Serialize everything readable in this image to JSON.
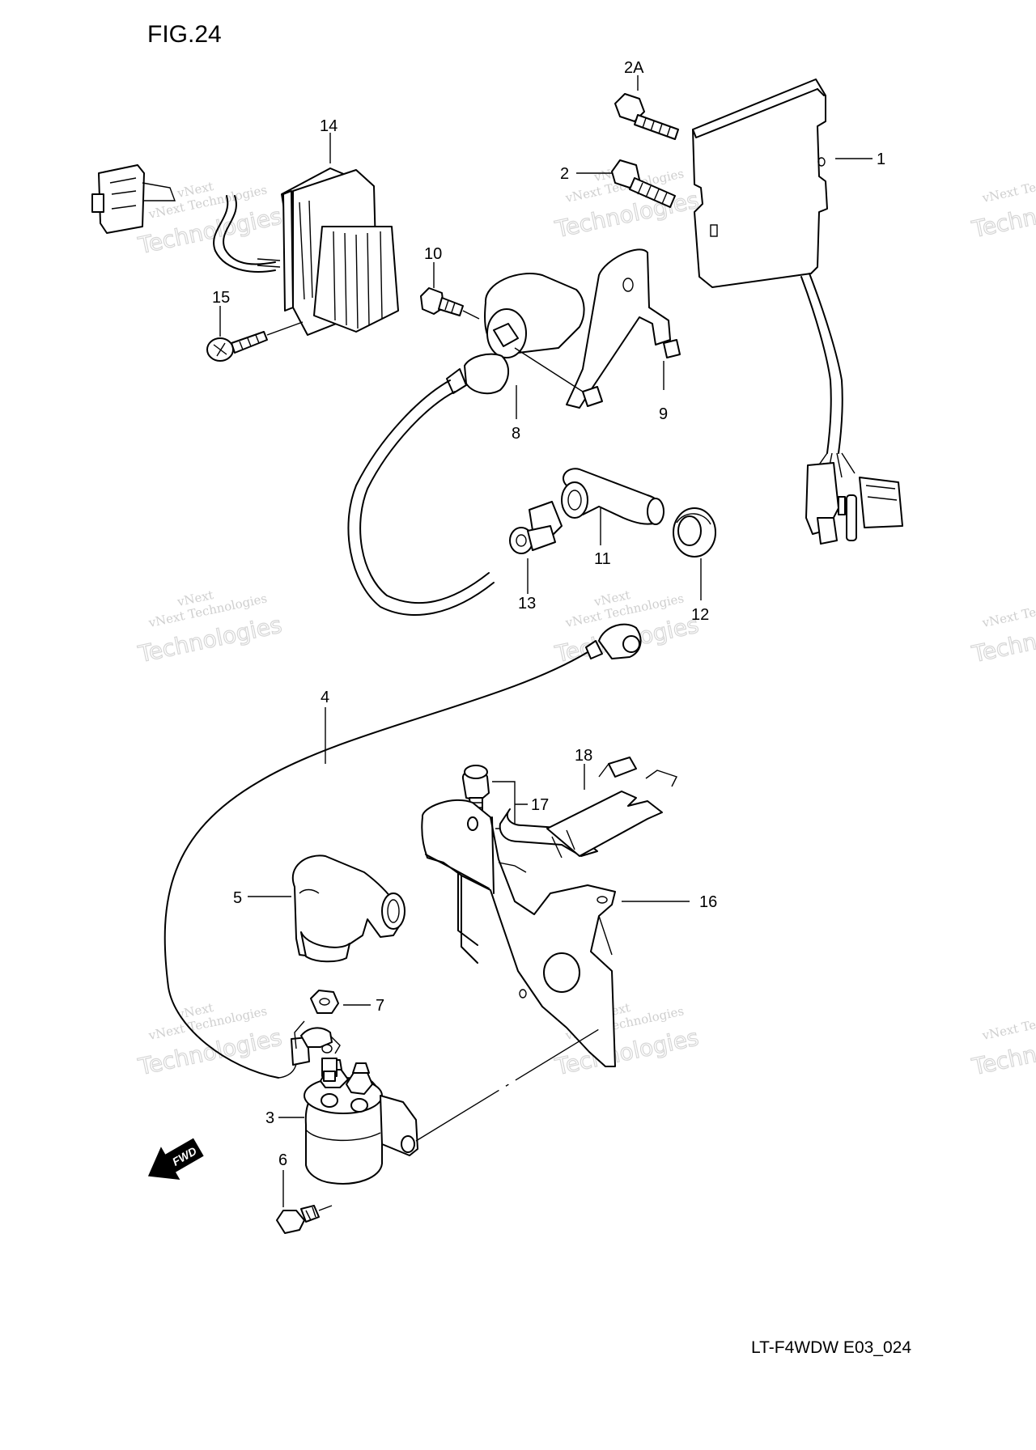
{
  "figure": {
    "title": "FIG.24",
    "code": "LT-F4WDW E03_024",
    "fwd_label": "FWD"
  },
  "watermark": {
    "line1": "vNext Technologies",
    "line2": "Technologies",
    "line3": "vNext"
  },
  "callouts": {
    "c1": "1",
    "c2": "2",
    "c2a": "2A",
    "c3": "3",
    "c4": "4",
    "c5": "5",
    "c6": "6",
    "c7": "7",
    "c8": "8",
    "c9": "9",
    "c10": "10",
    "c11": "11",
    "c12": "12",
    "c13": "13",
    "c14": "14",
    "c15": "15",
    "c16": "16",
    "c17": "17",
    "c18": "18"
  }
}
